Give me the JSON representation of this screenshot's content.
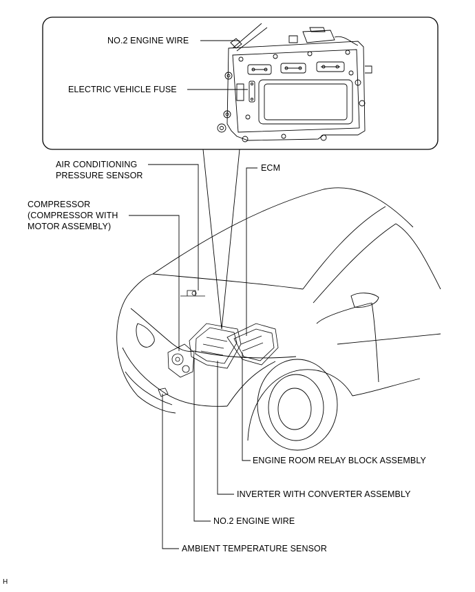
{
  "labels": {
    "no2_engine_wire_top": "NO.2 ENGINE WIRE",
    "electric_vehicle_fuse": "ELECTRIC VEHICLE FUSE",
    "air_conditioning_pressure_sensor_line1": "AIR CONDITIONING",
    "air_conditioning_pressure_sensor_line2": "PRESSURE SENSOR",
    "ecm": "ECM",
    "compressor_line1": "COMPRESSOR",
    "compressor_line2": "(COMPRESSOR WITH",
    "compressor_line3": "MOTOR ASSEMBLY)",
    "engine_room_relay_block_assembly": "ENGINE ROOM RELAY BLOCK ASSEMBLY",
    "inverter_with_converter_assembly": "INVERTER WITH CONVERTER ASSEMBLY",
    "no2_engine_wire_bottom": "NO.2 ENGINE WIRE",
    "ambient_temperature_sensor": "AMBIENT TEMPERATURE SENSOR"
  },
  "figure_code": "H"
}
